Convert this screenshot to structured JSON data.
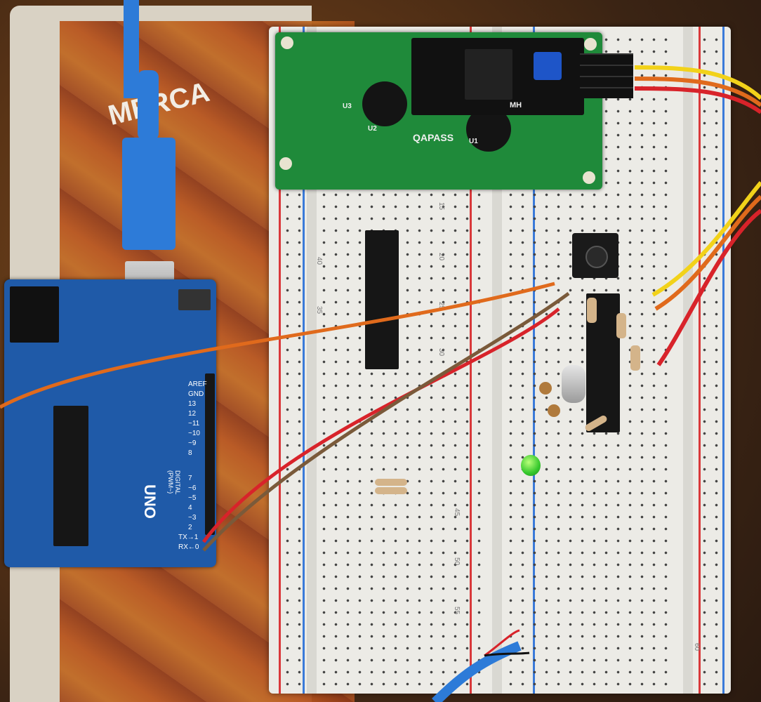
{
  "scene": {
    "lcd_module": {
      "brand_text": "QAPASS",
      "board_text": "MH",
      "chip_label_u1": "U1",
      "chip_label_u2": "U2",
      "chip_label_u3": "U3"
    },
    "arduino": {
      "model": "UNO",
      "subtitle": "DIGITAL (PWM~)",
      "labels": [
        "AREF",
        "GND",
        "13",
        "12",
        "~11",
        "~10",
        "~9",
        "8",
        "7",
        "~6",
        "~5",
        "4",
        "~3",
        "2",
        "TX→1",
        "RX←0"
      ]
    },
    "breadboard": {
      "row_numbers": [
        "15",
        "20",
        "25",
        "30",
        "35",
        "40",
        "45",
        "50",
        "55",
        "60"
      ]
    },
    "notebook_text": {
      "logo": "MERCA"
    },
    "colors": {
      "pcb_green": "#1f8a3a",
      "arduino_blue": "#1f5aa8",
      "usb_blue": "#2d7bd8",
      "led_green": "#35c82c",
      "wire_orange": "#e06a1c",
      "wire_red": "#d8232a",
      "wire_brown": "#7a5a3a",
      "wire_yellow": "#f2d21a"
    }
  }
}
